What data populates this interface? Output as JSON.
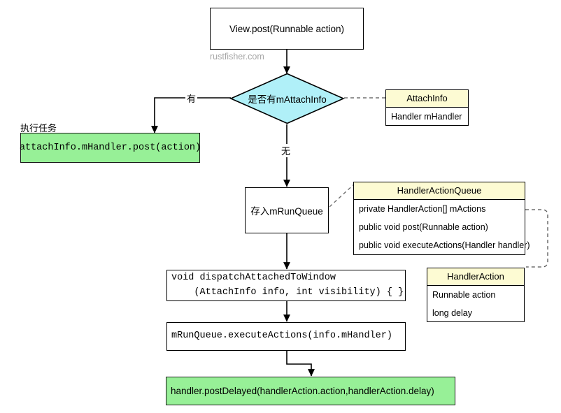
{
  "diagram": {
    "watermark": "rustfisher.com",
    "nodes": {
      "view_post": "View.post(Runnable action)",
      "decision": "是否有mAttachInfo",
      "exec_task_label": "执行任务",
      "attach_post": "attachInfo.mHandler.post(action)",
      "store_runqueue": "存入mRunQueue",
      "dispatch_line1": "void dispatchAttachedToWindow",
      "dispatch_line2": "    (AttachInfo info, int visibility) { }",
      "execute_actions": "mRunQueue.executeActions(info.mHandler)",
      "post_delayed": "handler.postDelayed(handlerAction.action,handlerAction.delay)"
    },
    "edge_labels": {
      "yes": "有",
      "no": "无"
    },
    "classes": [
      {
        "name": "attach_info",
        "title": "AttachInfo",
        "rows": [
          "Handler mHandler"
        ]
      },
      {
        "name": "handler_action_queue",
        "title": "HandlerActionQueue",
        "rows": [
          "private HandlerAction[] mActions",
          "public void post(Runnable action)",
          "public void executeActions(Handler handler)"
        ]
      },
      {
        "name": "handler_action",
        "title": "HandlerAction",
        "rows": [
          "Runnable action",
          "long delay"
        ]
      }
    ],
    "colors": {
      "decision_fill": "#b0f0f8",
      "highlight_fill": "#97f097",
      "class_header_fill": "#fdfbd3",
      "stroke": "#000000",
      "dashed_stroke": "#707070",
      "watermark": "#a6a6a6"
    }
  }
}
